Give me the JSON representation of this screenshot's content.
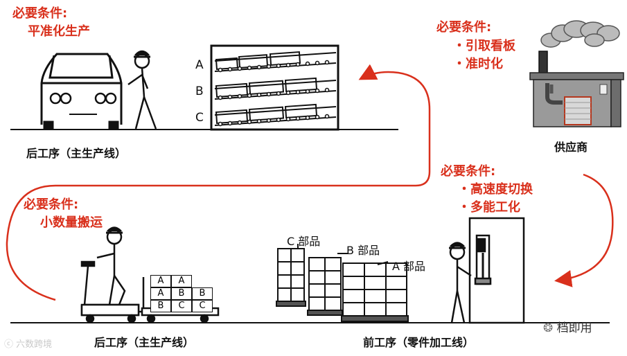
{
  "top_left": {
    "condition_title": "必要条件:",
    "condition_items": [
      "平准化生产"
    ],
    "line_label": "后工序（主生产线）",
    "shelf_rows": [
      "A",
      "B",
      "C"
    ]
  },
  "supplier": {
    "condition_title": "必要条件:",
    "condition_items": [
      "・引取看板",
      "・准时化"
    ],
    "label": "供应商"
  },
  "front_process": {
    "condition_title": "必要条件:",
    "condition_items": [
      "・高速度切换",
      "・多能工化"
    ],
    "parts": [
      "C 部品",
      "B 部品",
      "A 部品"
    ],
    "line_label": "前工序（零件加工线）"
  },
  "bottom_left": {
    "condition_title": "必要条件:",
    "condition_items": [
      "小数量搬运"
    ],
    "line_label": "后工序（主生产线）",
    "cart_boxes": [
      [
        "A",
        "A",
        ""
      ],
      [
        "A",
        "B",
        "B"
      ],
      [
        "B",
        "C",
        "C"
      ]
    ]
  },
  "watermarks": {
    "left": "六数跨境",
    "right": "档即用"
  },
  "colors": {
    "accent_red": "#d9301c",
    "ink": "#111111"
  }
}
